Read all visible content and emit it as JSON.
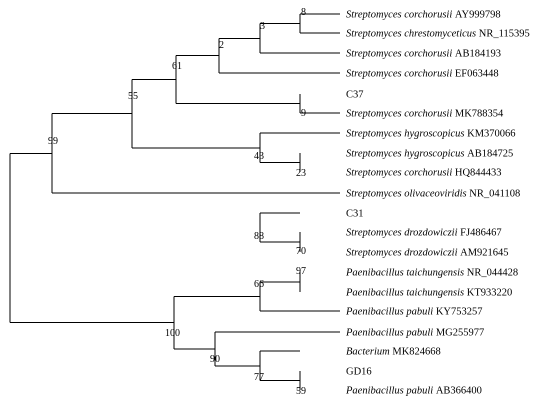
{
  "tree": {
    "leaves": [
      {
        "species": "Streptomyces corchorusii",
        "accession": "AY999798"
      },
      {
        "species": "Streptomyces chrestomyceticus",
        "accession": "NR_115395"
      },
      {
        "species": "Streptomyces corchorusii",
        "accession": "AB184193"
      },
      {
        "species": "Streptomyces corchorusii",
        "accession": "EF063448"
      },
      {
        "species": "",
        "accession": "C37"
      },
      {
        "species": "Streptomyces corchorusii",
        "accession": "MK788354"
      },
      {
        "species": "Streptomyces hygroscopicus",
        "accession": "KM370066"
      },
      {
        "species": "Streptomyces hygroscopicus",
        "accession": "AB184725"
      },
      {
        "species": "Streptomyces corchorusii",
        "accession": "HQ844433"
      },
      {
        "species": "Streptomyces olivaceoviridis",
        "accession": "NR_041108"
      },
      {
        "species": "",
        "accession": "C31"
      },
      {
        "species": "Streptomyces drozdowiczii",
        "accession": "FJ486467"
      },
      {
        "species": "Streptomyces drozdowiczii",
        "accession": "AM921645"
      },
      {
        "species": "Paenibacillus taichungensis",
        "accession": "NR_044428"
      },
      {
        "species": "Paenibacillus taichungensis",
        "accession": "KT933220"
      },
      {
        "species": "Paenibacillus pabuli",
        "accession": "KY753257"
      },
      {
        "species": "Paenibacillus pabuli",
        "accession": "MG255977"
      },
      {
        "species": "Bacterium",
        "accession": "MK824668"
      },
      {
        "species": "",
        "accession": "GD16"
      },
      {
        "species": "Paenibacillus pabuli",
        "accession": "AB366400"
      }
    ],
    "bootstrap": {
      "n8": "8",
      "n3": "3",
      "n2": "2",
      "n61": "61",
      "n9": "9",
      "n55": "55",
      "n23": "23",
      "n43": "43",
      "n99": "99",
      "n70": "70",
      "n88": "88",
      "n97": "97",
      "n66": "66",
      "n59": "59",
      "n77": "77",
      "n90": "90",
      "n100": "100"
    },
    "line_color": "#000000"
  }
}
